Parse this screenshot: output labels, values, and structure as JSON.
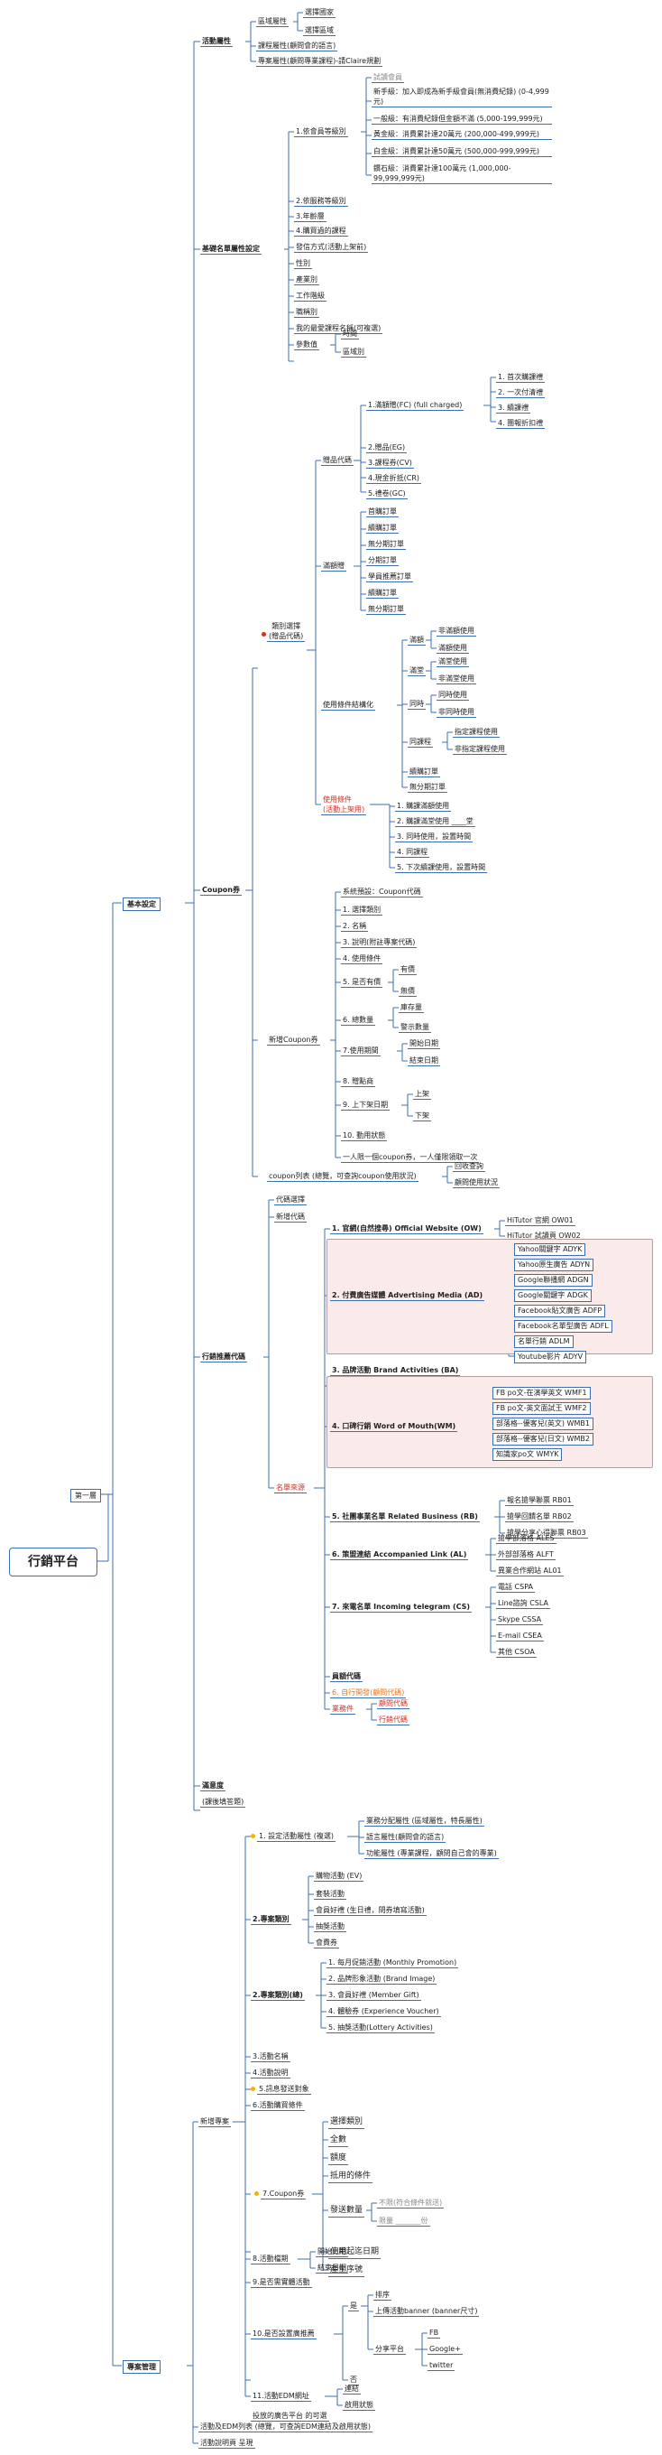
{
  "root": "行銷平台",
  "l1": "第一層",
  "basic_settings": "基本設定",
  "project_mgmt": "專案管理",
  "marketing_attrs": {
    "title": "活動屬性",
    "region_attr": "區域屬性",
    "choose_region_a": "選擇國家",
    "choose_region_b": "選擇區域",
    "course_attr": "課程屬性(顧問會的語言)",
    "project_attr": "專案屬性(顧問專業課程)-請Claire規劃"
  },
  "member_settings": {
    "title": "基礎名單屬性設定",
    "level_group": "1.依會員等級別",
    "trial_member": "試讀會員",
    "levels": [
      "新手級：加入即成為新手級會員(無消費紀錄) (0-4,999元)",
      "一般級：有消費紀錄但金額不滿 (5,000-199,999元)",
      "黃金級：消費累計達20萬元 (200,000-499,999元)",
      "白金級：消費累計達50萬元 (500,000-999,999元)",
      "鑽石級：消費累計達100萬元 (1,000,000-99,999,999元)"
    ],
    "service_level": "2.依服務等級別",
    "age": "3.年齡層",
    "course_bought": "4.購買過的課程",
    "send_method": "發信方式(活動上架前)",
    "gender": "性別",
    "industry": "產業別",
    "job_level": "工作階級",
    "position": "職稱別",
    "fav_course": "我的最愛課程名稱(可複選)",
    "params": "參數值",
    "time": "時間",
    "region": "區域別"
  },
  "coupon": {
    "title": "Coupon券",
    "type_select": "類別選擇\n(贈品代碼)",
    "gift_code": "贈品代碼",
    "fc": "1.滿額贈(FC) (full charged)",
    "fc_items": [
      "1. 首次購課禮",
      "2. 一次付清禮",
      "3. 續課禮",
      "4. 團報折扣禮"
    ],
    "items2": [
      "2.贈品(EG)",
      "3.課程券(CV)",
      "4.現金折抵(CR)",
      "5.禮卷(GC)"
    ],
    "full_amount": "滿額贈",
    "full_amount_items": [
      "首購訂單",
      "續購訂單",
      "無分期訂單",
      "分期訂單",
      "學員推薦訂單",
      "續購訂單",
      "無分期訂單"
    ],
    "use_cond": "使用條件結構化",
    "full_gift": "滿額",
    "full_gift_items": [
      "非滿額使用",
      "滿額使用"
    ],
    "full_point": "滿堂",
    "full_point_items": [
      "滿堂使用",
      "非滿堂使用"
    ],
    "same_time": "同時",
    "same_time_items": [
      "同時使用",
      "非同時使用"
    ],
    "course": "同課程",
    "course_items": [
      "指定課程使用",
      "非指定課程使用"
    ],
    "renew": "續購訂單",
    "no_install": "無分期訂單",
    "use_cond_red": "使用條件\n(活動上架用)",
    "use_cond_items": [
      "1. 購課滿額使用",
      "2. 購課滿堂使用 ____堂",
      "3. 同時使用，設置時間",
      "4. 同課程",
      "5. 下次續課使用，設置時間"
    ],
    "new_coupon": "新增Coupon券",
    "sys_preset": "系統預設：Coupon代碼",
    "new_items": [
      "1. 選擇類別",
      "2. 名稱",
      "3. 說明(附註專案代碼)",
      "4. 使用條件"
    ],
    "has_price": "5. 是否有價",
    "has_price_items": [
      "有價",
      "無價"
    ],
    "inventory": "6. 總數量",
    "inventory_items": [
      "庫存量",
      "警示數量"
    ],
    "period": "7.使用期間",
    "period_items": [
      "開始日期",
      "結束日期"
    ],
    "gift_point": "8. 贈點商",
    "on_shelf": "9. 上下架日期",
    "on_shelf_items": [
      "上架",
      "下架"
    ],
    "coupon_status": "10. 動用狀態",
    "one_user": "一人限一個coupon券，一人僅限領取一次",
    "coupon_list": "coupon列表 (總覽，可查詢coupon使用狀況)",
    "coupon_list_items": [
      "回收查詢",
      "顧問使用狀況"
    ]
  },
  "promo_code": {
    "title": "行銷推薦代碼",
    "code_choice": "代碼選擇",
    "new_code": "新增代碼",
    "source": "名單來源",
    "ow": "1. 官網(自然搜尋) Official Website (OW)",
    "ow_items": [
      "HiTutor 官網 OW01",
      "HiTutor 試讀頁 OW02"
    ],
    "ad": "2. 付費廣告媒體 Advertising Media (AD)",
    "ad_items": [
      "Yahoo關鍵字  ADYK",
      "Yahoo原生廣告  ADYN",
      "Google聯播網  ADGN",
      "Google關鍵字  ADGK",
      "Facebook貼文廣告 ADFP",
      "Facebook名單型廣告 ADFL",
      "名單行銷 ADLM",
      "Youtube影片 ADYV"
    ],
    "ba": "3. 品牌活動 Brand Activities (BA)",
    "wm": "4. 口碑行銷 Word of Mouth(WM)",
    "wm_items": [
      "FB po文-在演學英文  WMF1",
      "FB po文-英文面試王  WMF2",
      "部落格--優客兒(英文) WMB1",
      "部落格--優客兒(日文) WMB2",
      "知識家po文  WMYK"
    ],
    "rb": "5. 社團事業名單 Related Business (RB)",
    "rb_items": [
      "報名搶學聯票 RB01",
      "搶學回饋名單 RB02",
      "搶學分享心得聯票 RB03"
    ],
    "al": "6. 策盟連結  Accompanied Link (AL)",
    "al_items": [
      "搶學部落格 ALES",
      "外部部落格 ALFT",
      "異業合作網站 AL01"
    ],
    "cs": "7. 來電名單 Incoming telegram (CS)",
    "cs_items": [
      "電話 CSPA",
      "Line諮詢 CSLA",
      "Skype CSSA",
      "E-mail CSEA",
      "其他 CSOA"
    ],
    "staff_code": "員額代碼",
    "self_dev": "6. 自行開發(顧問代碼)",
    "business": "業務件",
    "business_items": [
      "顧問代碼",
      "行銷代碼"
    ]
  },
  "survey": {
    "title": "滿意度",
    "sub": "(課後填答題)"
  },
  "project": {
    "new_project": "新增專案",
    "attr": "1. 設定活動屬性 (複選)",
    "attr_items": [
      "業務分配屬性 (區域屬性，特長屬性)",
      "語言屬性(顧問會的語言)",
      "功能屬性 (專業課程，顧問自己會的專業)"
    ],
    "category": "2.專案類別",
    "category_items": [
      "購物活動 (EV)",
      "套裝活動",
      "會員好禮 (生日禮，問券填寫活動)",
      "抽獎活動",
      "會費券"
    ],
    "type2": "2.專案類別(總)",
    "type2_items": [
      "1. 每月促銷活動 (Monthly Promotion)",
      "2. 品牌形象活動 (Brand Image)",
      "3. 會員好禮 (Member Gift)",
      "4. 體驗券 (Experience Voucher)",
      "5. 抽獎活動(Lottery Activities)"
    ],
    "name": "3.活動名稱",
    "desc": "4.活動說明",
    "target": "5.訊息發送對象",
    "purchase": "6.活動購買條件",
    "coupon": "7.Coupon券",
    "coupon_items": [
      "選擇類別",
      "全數",
      "額度",
      "抵用的條件"
    ],
    "send_qty": "發送數量",
    "no_limit": "不限(符合條件就送)",
    "limited": "限量 _______份",
    "use_date": "使用起迄日期",
    "gen_sn": "產生序號",
    "period": "8.活動檔期",
    "period_items": [
      "開始日期",
      "結束日期"
    ],
    "need_reg": "9.是否需實體活動",
    "fb_push": "10.是否設置廣推薦",
    "yes": "是",
    "no": "否",
    "sort": "排序",
    "banner": "上傳活動banner (banner尺寸)",
    "share": "分享平台",
    "share_items": [
      "FB",
      "Google+",
      "twitter"
    ],
    "edm": "11.活動EDM網址",
    "edm_items": [
      "連結",
      "啟用狀態"
    ],
    "adv_platform": "投放的廣告平台 的可選",
    "list": "活動及EDM列表 (總覽，可查詢EDM連結及啟用狀態)",
    "act_desc": "活動說明頁 呈現"
  },
  "colors": {
    "line": "#3d6fae",
    "red": "#d62d20",
    "orange": "#e8771c",
    "panel": "#fbeaea"
  }
}
